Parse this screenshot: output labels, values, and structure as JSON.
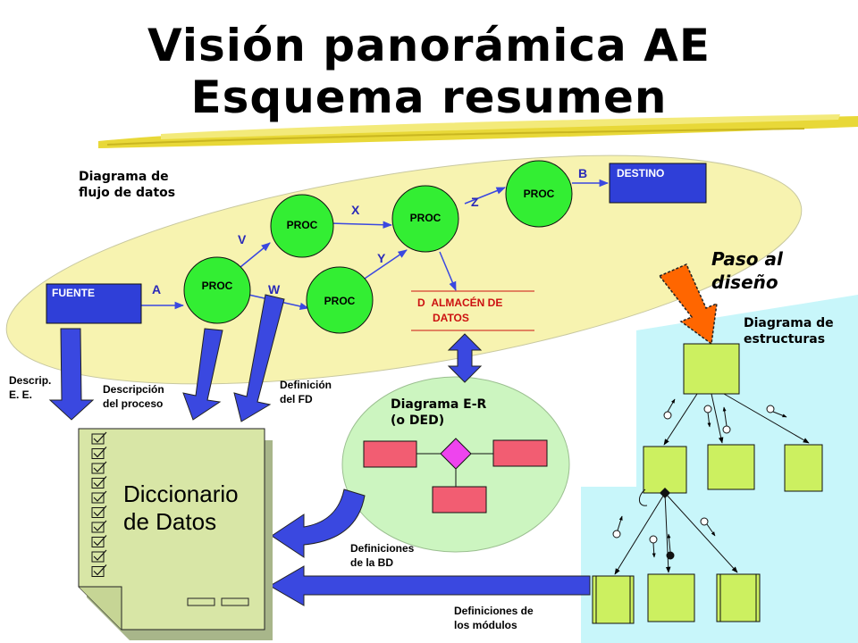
{
  "title": {
    "line1": "Visión panorámica AE",
    "line2": "Esquema resumen"
  },
  "dfd": {
    "label": [
      "Diagrama de",
      "flujo de datos"
    ],
    "fuente": "FUENTE",
    "destino": "DESTINO",
    "proc_label": "PROC",
    "flows": {
      "a": "A",
      "v": "V",
      "w": "W",
      "x": "X",
      "y": "Y",
      "z": "Z",
      "b": "B"
    },
    "almacen": {
      "d": "D",
      "line1": "ALMACÉN DE",
      "line2": "DATOS"
    }
  },
  "er": {
    "label": [
      "Diagrama E-R",
      "(o DED)"
    ]
  },
  "estructuras": {
    "label": [
      "Diagrama de",
      "estructuras"
    ]
  },
  "paso": [
    "Paso al",
    "diseño"
  ],
  "dictionary": {
    "line1": "Diccionario",
    "line2": "de Datos"
  },
  "arrow_labels": {
    "descrip_ee": [
      "Descrip.",
      "E. E."
    ],
    "descripcion_proceso": [
      "Descripción",
      "del proceso"
    ],
    "definicion_fd": [
      "Definición",
      "del FD"
    ],
    "definiciones_bd": [
      "Definiciones",
      "de la BD"
    ],
    "definiciones_modulos": [
      "Definiciones de",
      "los módulos"
    ]
  },
  "colors": {
    "ellipse": "#f7f3b0",
    "proc": "#33ee33",
    "box_blue": "#2f3fd8",
    "arrow_blue": "#3a48e0",
    "dictionary": "#d8e6a6",
    "er_area": "#ccf5c0",
    "entity": "#f25d72",
    "relationship": "#ee44ee",
    "structure_area": "#c8f6fa",
    "module": "#ccf060",
    "paso_arrow": "#ff6600"
  }
}
